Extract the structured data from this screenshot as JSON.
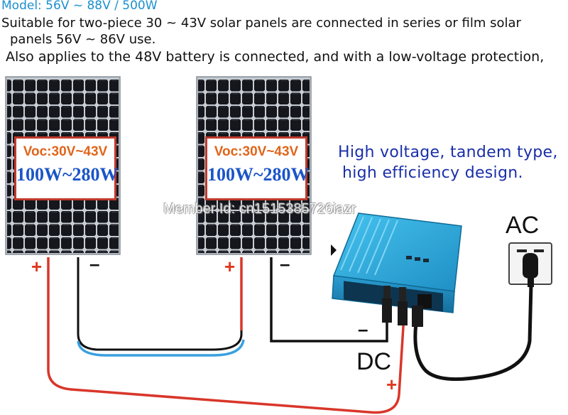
{
  "header": {
    "model": "Model: 56V ~ 88V / 500W",
    "line1": "Suitable for two-piece 30 ~ 43V solar panels are connected in series or film solar",
    "line2": "panels 56V ~ 86V use.",
    "line3": "Also applies to the 48V battery is connected, and with a low-voltage protection,"
  },
  "panels": [
    {
      "voc": "Voc:30V~43V",
      "watt": "100W~280W",
      "plus": "+",
      "minus": "–"
    },
    {
      "voc": "Voc:30V~43V",
      "watt": "100W~280W",
      "plus": "+",
      "minus": "–"
    }
  ],
  "tagline": {
    "line1": "High voltage, tandem type,",
    "line2": "high efficiency design."
  },
  "watermark": "Member Id: cn1515385726iazr",
  "labels": {
    "ac": "AC",
    "dc": "DC",
    "dc_minus": "–",
    "dc_plus": "+"
  },
  "colors": {
    "model_text": "#1a8fd0",
    "tagline_text": "#1a2fa8",
    "voc_text": "#e0651a",
    "watt_text": "#1a55c8",
    "label_border": "#c0392b",
    "positive_wire": "#d9362a",
    "negative_wire": "#111111",
    "series_link_wire": "#3aa0e0",
    "inverter_body": "#2aa6d8",
    "panel_cell": "#14161c",
    "panel_frame": "#b9c0c8"
  },
  "icons": {
    "inverter": "grid-tie-inverter-icon",
    "socket": "wall-socket-icon",
    "plug": "power-plug-icon"
  }
}
